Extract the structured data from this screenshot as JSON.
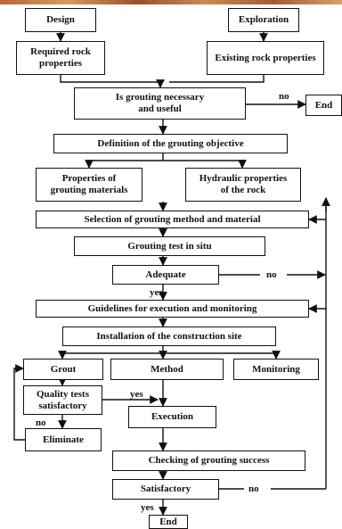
{
  "flowchart": {
    "design": "Design",
    "exploration": "Exploration",
    "required_rock_properties": "Required rock properties",
    "existing_rock_properties": "Existing rock properties",
    "grouting_necessary": "Is grouting necessary and useful",
    "end_top": "End",
    "definition_objective": "Definition of the grouting objective",
    "properties_materials": "Properties of grouting materials",
    "hydraulic_properties": "Hydraulic properties of the rock",
    "selection_method": "Selection of grouting method and material",
    "grouting_test": "Grouting test in situ",
    "adequate": "Adequate",
    "guidelines": "Guidelines for execution and monitoring",
    "installation": "Installation of the construction site",
    "grout": "Grout",
    "method": "Method",
    "monitoring": "Monitoring",
    "quality_tests": "Quality tests satisfactory",
    "execution": "Execution",
    "eliminate": "Eliminate",
    "checking_success": "Checking of grouting success",
    "satisfactory": "Satisfactory",
    "end_bottom": "End"
  },
  "edge_labels": {
    "no_grouting": "no",
    "no_adequate": "no",
    "yes_adequate": "yes",
    "yes_quality": "yes",
    "no_quality": "no",
    "no_satisfactory": "no",
    "yes_satisfactory": "yes"
  }
}
